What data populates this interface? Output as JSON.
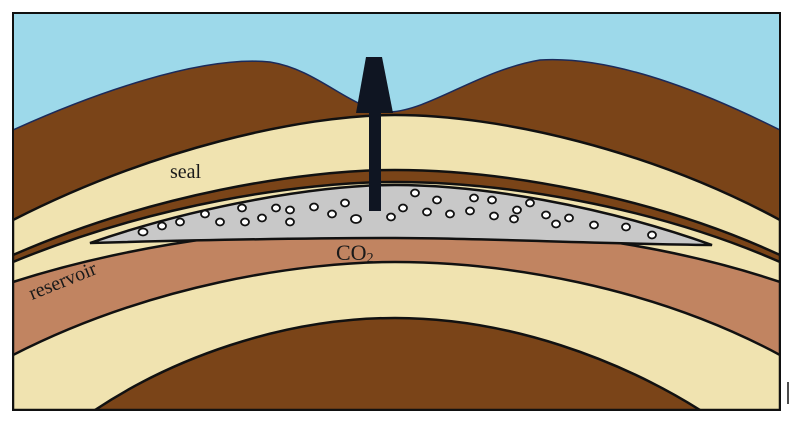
{
  "diagram": {
    "labels": {
      "seal": "seal",
      "reservoir": "reservoir",
      "co2_main": "CO",
      "co2_sub": "2"
    },
    "colors": {
      "sky": "#9dd9ea",
      "brown": "#7a4418",
      "seal_cream": "#f0e3b0",
      "reservoir_tan": "#c18461",
      "co2_gray": "#c8c8c8",
      "outline": "#111111",
      "well": "#0f1522"
    }
  }
}
